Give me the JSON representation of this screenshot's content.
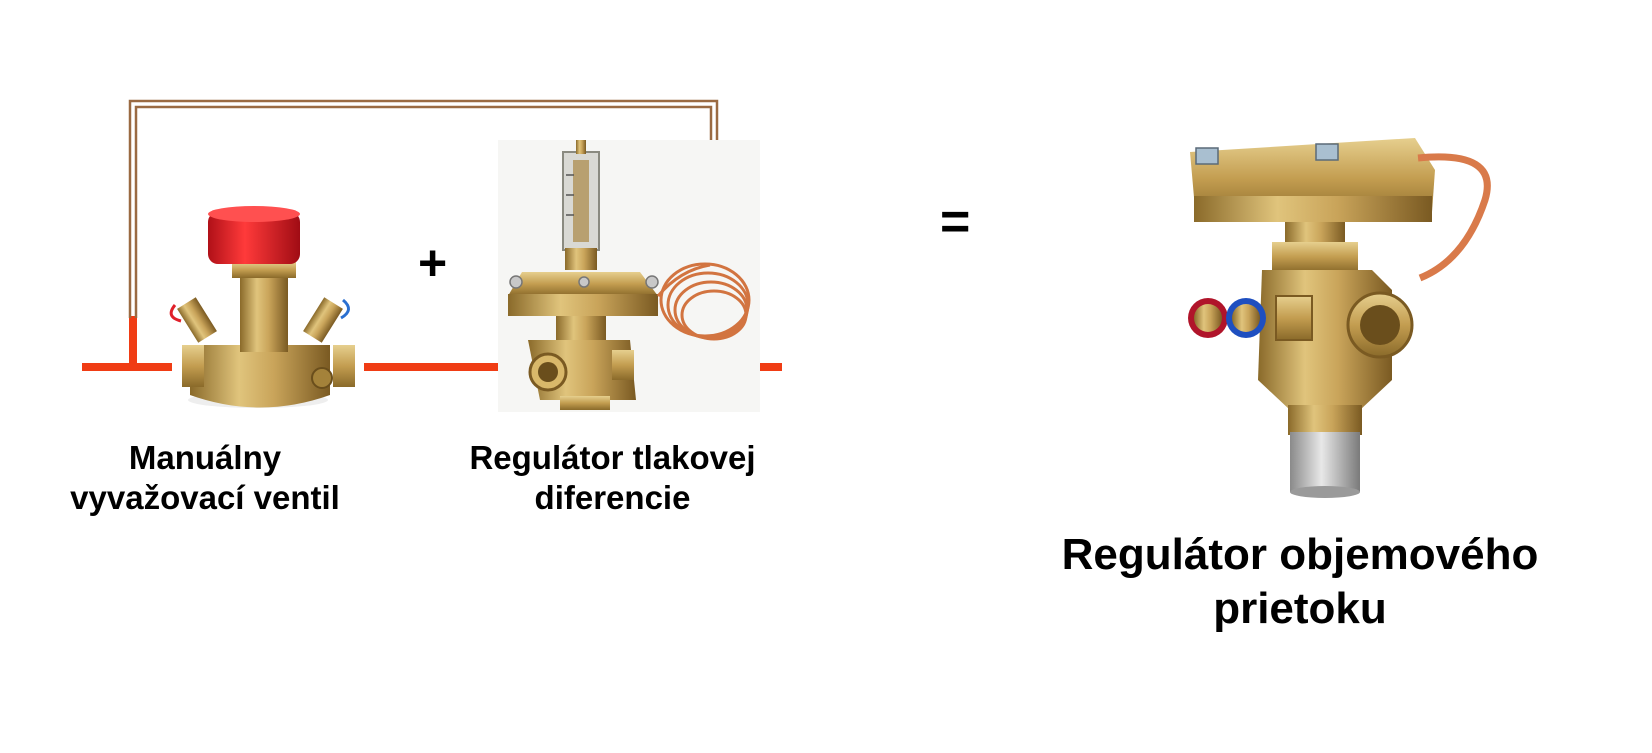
{
  "labels": {
    "manual_valve": [
      "Manuálny",
      "vyvažovací ventil"
    ],
    "dp_regulator": [
      "Regulátor tlakovej",
      "diferencie"
    ],
    "flow_regulator": [
      "Regulátor objemového",
      "prietoku"
    ]
  },
  "operators": {
    "plus": "+",
    "equals": "="
  },
  "colors": {
    "pipe": "#f03c14",
    "capillary": "#9a6a42",
    "brass": "#c9a45a",
    "handwheel": "#e8242c",
    "copper": "#d97a4a"
  },
  "icons": [
    "balancing-valve-image",
    "dp-regulator-image",
    "flow-regulator-image"
  ]
}
